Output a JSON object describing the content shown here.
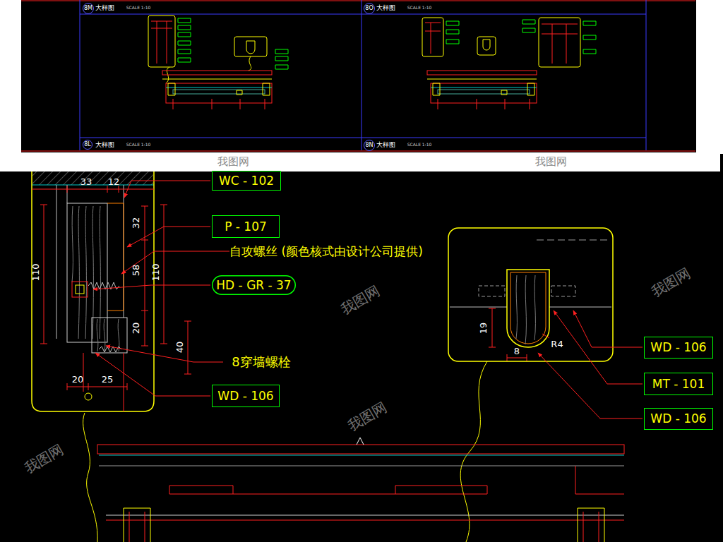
{
  "diagram": {
    "nodes": [
      {
        "text": [
          "8M"
        ]
      },
      {
        "text": [
          "8O"
        ]
      },
      {
        "text": [
          "8L"
        ]
      },
      {
        "text": [
          "8N"
        ]
      },
      {
        "text": [
          "WC - 102"
        ]
      },
      {
        "text": [
          "P - 107"
        ]
      },
      {
        "text": [
          "HD - GR - 37"
        ]
      },
      {
        "text": [
          "WD - 106"
        ]
      },
      {
        "text": [
          "WD - 106"
        ]
      },
      {
        "text": [
          "MT - 101"
        ]
      },
      {
        "text": [
          "WD - 106"
        ]
      }
    ],
    "labels": [
      "大样图",
      "SCALE 1:10",
      "大样图",
      "SCALE 1:10",
      "大样图",
      "SCALE 1:10",
      "大样图",
      "SCALE 1:10",
      "33",
      "12",
      "32",
      "110",
      "58",
      "110",
      "20",
      "40",
      "20",
      "25",
      "自攻螺丝 (颜色核式由设计公司提供)",
      "8穿墙螺栓",
      "19",
      "8",
      "R4",
      "我图网",
      "我图网",
      "我图网",
      "我图网",
      "我图网",
      "我图网"
    ]
  }
}
